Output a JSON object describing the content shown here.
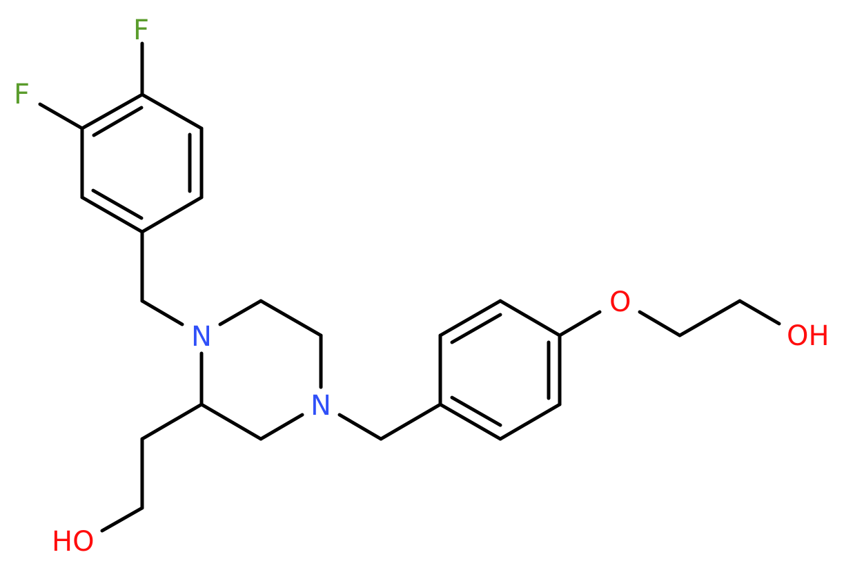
{
  "diagram": {
    "type": "chemical-structure",
    "description": "2-[4-(3,4-difluorobenzyl)-1-... piperazine structure with two hydroxyethyl groups",
    "colors": {
      "bond": "#000000",
      "fluorine": "#5a9c2c",
      "nitrogen": "#3050f8",
      "oxygen": "#ff0d0d"
    },
    "atoms": {
      "f_top": "F",
      "f_left": "F",
      "n1": "N",
      "n2": "N",
      "o_ether": "O",
      "oh_right": "OH",
      "oh_bottom": "HO"
    }
  }
}
